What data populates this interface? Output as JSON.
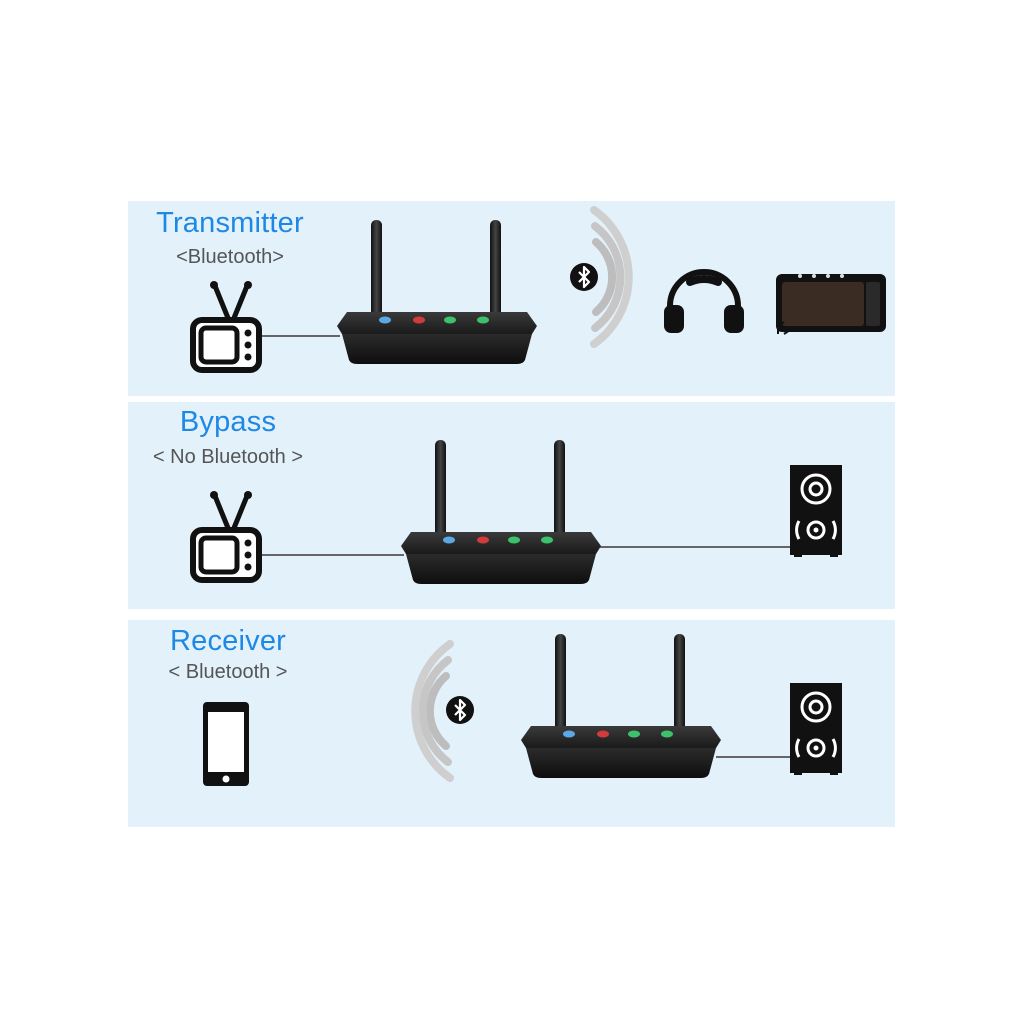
{
  "modes": [
    {
      "title": "Transmitter",
      "subtitle": "<Bluetooth>"
    },
    {
      "title": "Bypass",
      "subtitle": "< No Bluetooth >"
    },
    {
      "title": "Receiver",
      "subtitle": "< Bluetooth >"
    }
  ],
  "colors": {
    "panel": "#e3f1fb",
    "title": "#1e88e5",
    "subtitle": "#555555",
    "device_body": "#1f1f1f",
    "led_blue": "#5aa9e6",
    "led_red": "#d23b3b",
    "led_green": "#3cc26a"
  },
  "icons": [
    "tv-icon",
    "headphones-icon",
    "bluetooth-speaker-icon",
    "bluetooth-icon",
    "speaker-icon",
    "smartphone-icon",
    "signal-waves-icon",
    "bluetooth-adapter-device"
  ]
}
